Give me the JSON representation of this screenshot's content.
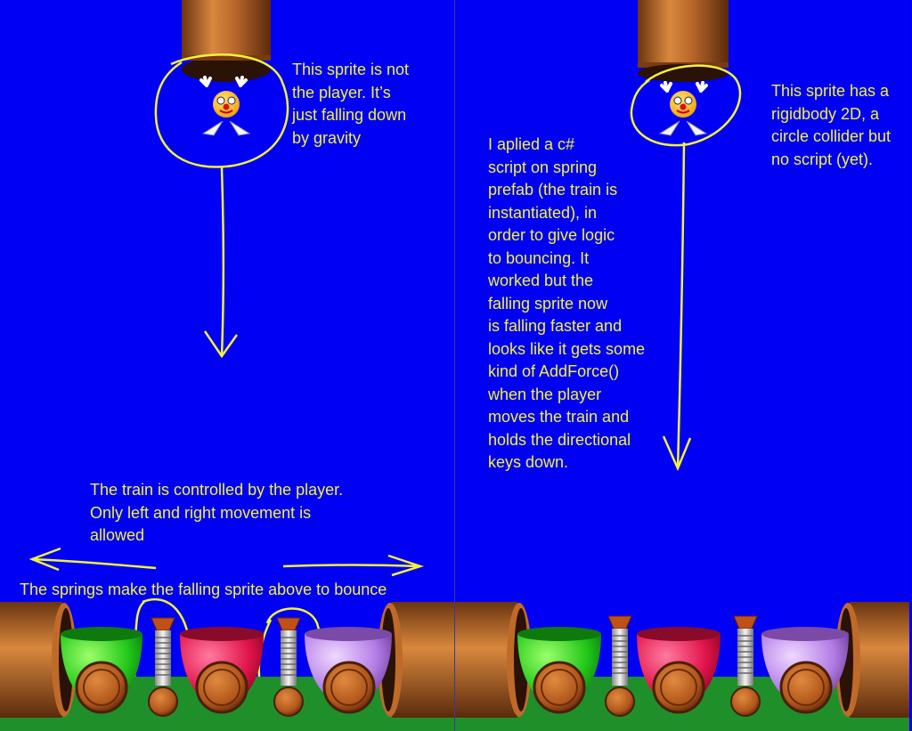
{
  "left_panel": {
    "sprite_note": "This sprite is not\n the player. It’s\njust falling down\nby gravity",
    "train_note": "The train is controlled by the player.\nOnly left and right movement is\nallowed",
    "springs_note": "The springs make the falling sprite above to bounce"
  },
  "right_panel": {
    "sprite_note": "This sprite has a\nrigidbody 2D, a\ncircle collider but\nno script (yet).",
    "script_note": "I aplied a c#\nscript on spring\nprefab (the train is\ninstantiated), in\norder to give logic\nto bouncing. It\nworked but the\nfalling sprite now\nis falling faster and\nlooks like it gets some\nkind of AddForce()\nwhen the player\nmoves the train and\nholds the directional\nkeys down."
  },
  "colors": {
    "sky": "#0000f5",
    "annotation": "#f2f23a",
    "pipe": "#b8662a",
    "ground": "#1f8f2a",
    "car_green": "#22c81a",
    "car_red": "#e0144a",
    "car_purple": "#b37ce6"
  },
  "icons": [
    "pipe-icon",
    "clown-sprite-icon",
    "spring-icon",
    "train-car-icon",
    "arrow-icon"
  ]
}
